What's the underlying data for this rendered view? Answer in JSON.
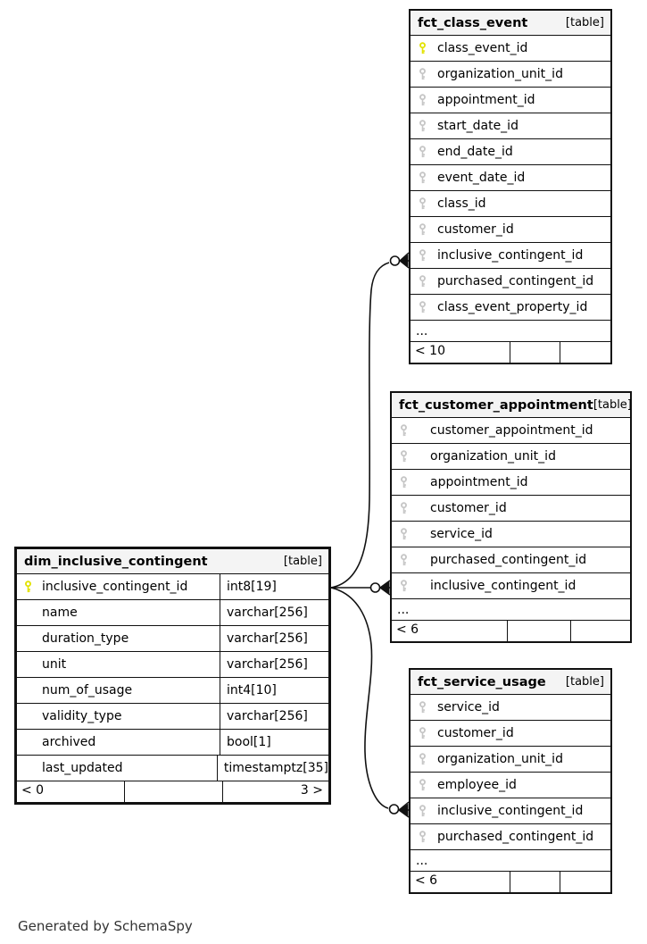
{
  "page": {
    "generated_note": "Generated by SchemaSpy",
    "background": "#ffffff"
  },
  "colors": {
    "header_bg": "#f4f4f4",
    "border": "#111111",
    "primary_key_icon": "#e2e200",
    "foreign_key_icon": "#c6c6c6"
  },
  "tables": [
    {
      "id": "fct_class_event",
      "title": "fct_class_event",
      "badge": "[table]",
      "columns": [
        {
          "name": "class_event_id",
          "key": "pk"
        },
        {
          "name": "organization_unit_id",
          "key": "fk"
        },
        {
          "name": "appointment_id",
          "key": "fk"
        },
        {
          "name": "start_date_id",
          "key": "fk"
        },
        {
          "name": "end_date_id",
          "key": "fk"
        },
        {
          "name": "event_date_id",
          "key": "fk"
        },
        {
          "name": "class_id",
          "key": "fk"
        },
        {
          "name": "customer_id",
          "key": "fk"
        },
        {
          "name": "inclusive_contingent_id",
          "key": "fk"
        },
        {
          "name": "purchased_contingent_id",
          "key": "fk"
        },
        {
          "name": "class_event_property_id",
          "key": "fk"
        }
      ],
      "ellipsis": "...",
      "footer": {
        "left": "< 10",
        "mid": "",
        "right": ""
      }
    },
    {
      "id": "fct_customer_appointment",
      "title": "fct_customer_appointment",
      "badge": "[table]",
      "columns": [
        {
          "name": "customer_appointment_id",
          "key": "fk"
        },
        {
          "name": "organization_unit_id",
          "key": "fk"
        },
        {
          "name": "appointment_id",
          "key": "fk"
        },
        {
          "name": "customer_id",
          "key": "fk"
        },
        {
          "name": "service_id",
          "key": "fk"
        },
        {
          "name": "purchased_contingent_id",
          "key": "fk"
        },
        {
          "name": "inclusive_contingent_id",
          "key": "fk"
        }
      ],
      "ellipsis": "...",
      "footer": {
        "left": "< 6",
        "mid": "",
        "right": ""
      }
    },
    {
      "id": "dim_inclusive_contingent",
      "title": "dim_inclusive_contingent",
      "badge": "[table]",
      "columns": [
        {
          "name": "inclusive_contingent_id",
          "type": "int8[19]",
          "key": "pk"
        },
        {
          "name": "name",
          "type": "varchar[256]",
          "key": "none"
        },
        {
          "name": "duration_type",
          "type": "varchar[256]",
          "key": "none"
        },
        {
          "name": "unit",
          "type": "varchar[256]",
          "key": "none"
        },
        {
          "name": "num_of_usage",
          "type": "int4[10]",
          "key": "none"
        },
        {
          "name": "validity_type",
          "type": "varchar[256]",
          "key": "none"
        },
        {
          "name": "archived",
          "type": "bool[1]",
          "key": "none"
        },
        {
          "name": "last_updated",
          "type": "timestamptz[35]",
          "key": "none"
        }
      ],
      "footer": {
        "left": "< 0",
        "mid": "",
        "right": "3 >"
      }
    },
    {
      "id": "fct_service_usage",
      "title": "fct_service_usage",
      "badge": "[table]",
      "columns": [
        {
          "name": "service_id",
          "key": "fk"
        },
        {
          "name": "customer_id",
          "key": "fk"
        },
        {
          "name": "organization_unit_id",
          "key": "fk"
        },
        {
          "name": "employee_id",
          "key": "fk"
        },
        {
          "name": "inclusive_contingent_id",
          "key": "fk"
        },
        {
          "name": "purchased_contingent_id",
          "key": "fk"
        }
      ],
      "ellipsis": "...",
      "footer": {
        "left": "< 6",
        "mid": "",
        "right": ""
      }
    }
  ],
  "relationships": [
    {
      "from": "dim_inclusive_contingent.inclusive_contingent_id",
      "to": "fct_class_event.inclusive_contingent_id"
    },
    {
      "from": "dim_inclusive_contingent.inclusive_contingent_id",
      "to": "fct_customer_appointment.inclusive_contingent_id"
    },
    {
      "from": "dim_inclusive_contingent.inclusive_contingent_id",
      "to": "fct_service_usage.inclusive_contingent_id"
    }
  ]
}
